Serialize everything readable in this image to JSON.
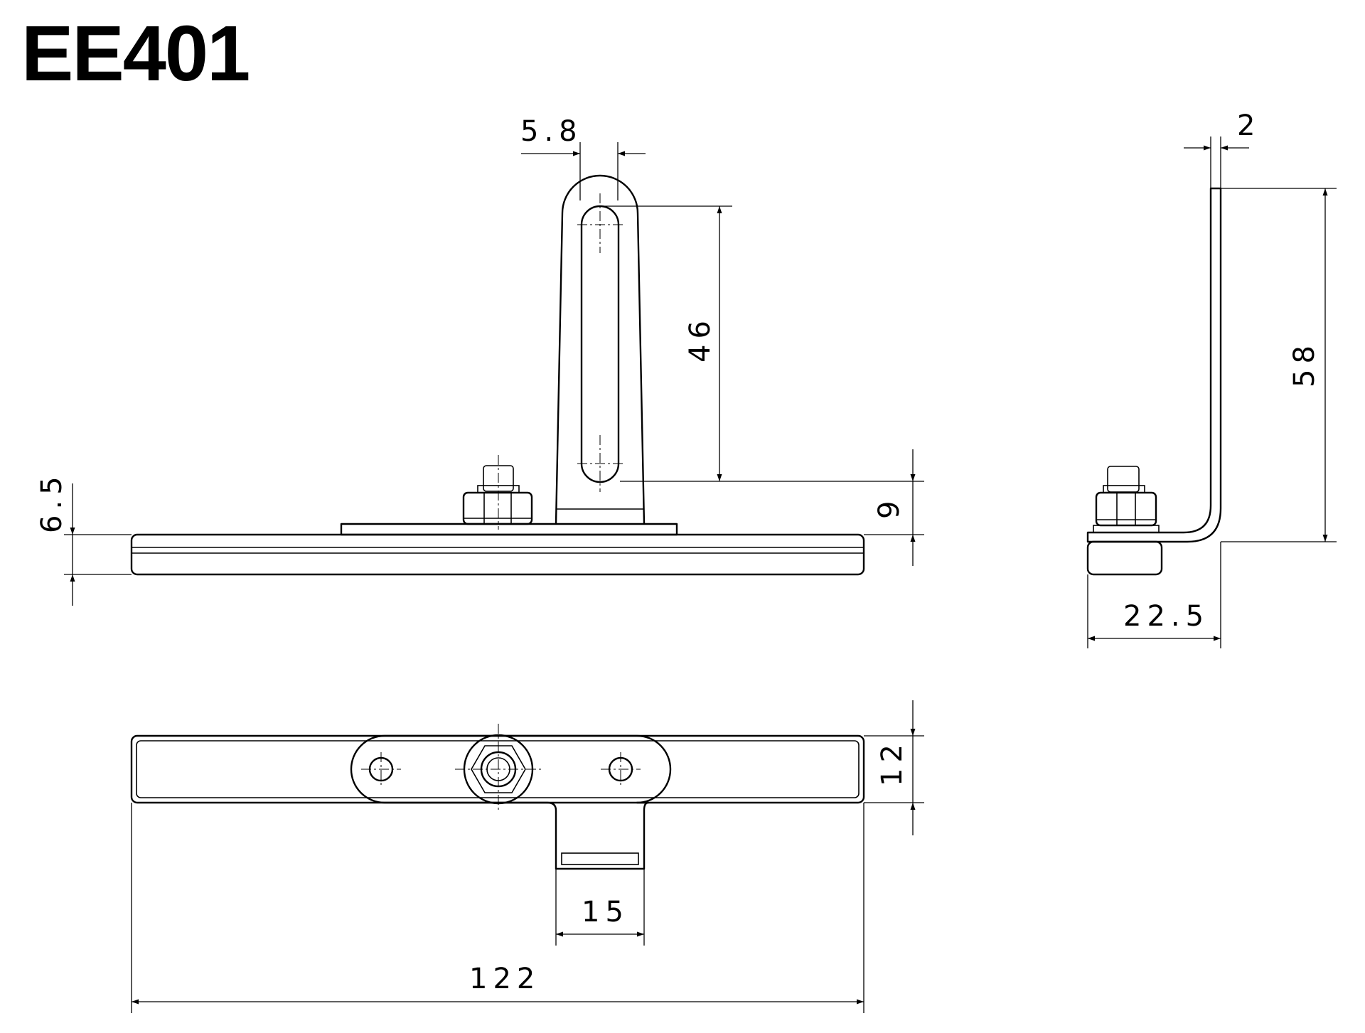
{
  "title": "EE401",
  "dimensions": {
    "slot_width": "5.8",
    "slot_length": "46",
    "base_thickness": "6.5",
    "slot_offset": "9",
    "bracket_thickness": "2",
    "bracket_height": "58",
    "side_depth": "22.5",
    "plate_height": "12",
    "tab_width": "15",
    "total_length": "122"
  }
}
